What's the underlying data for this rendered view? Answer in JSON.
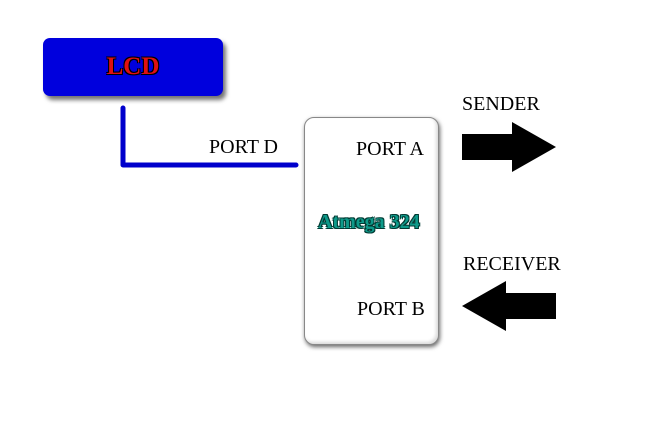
{
  "lcd": {
    "label": "LCD"
  },
  "microcontroller": {
    "name": "Atmega 324",
    "port_a": "PORT A",
    "port_b": "PORT B"
  },
  "connection": {
    "label": "PORT D"
  },
  "sender": {
    "label": "SENDER"
  },
  "receiver": {
    "label": "RECEIVER"
  },
  "colors": {
    "lcd_fill": "#0000dd",
    "lcd_text": "#e01010",
    "wire": "#0000cc",
    "chip_text": "#0e9a8a",
    "arrow": "#000000"
  },
  "icons": {
    "sender_arrow": "arrow-right-icon",
    "receiver_arrow": "arrow-left-icon"
  }
}
